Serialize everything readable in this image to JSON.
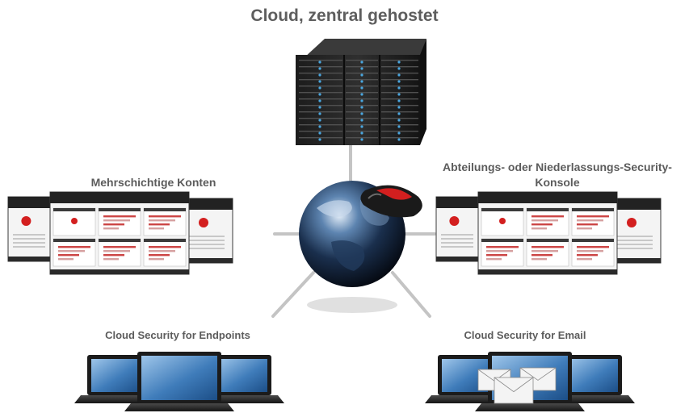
{
  "diagram": {
    "title": "Cloud, zentral gehostet",
    "nodes": {
      "multi_tier": "Mehrschichtige Konten",
      "department_console": "Abteilungs- oder Niederlassungs-Security-Konsole",
      "endpoints": "Cloud Security for Endpoints",
      "email": "Cloud Security for Email"
    },
    "icons": {
      "top": "server-rack-icon",
      "center": "globe-with-mouse-icon",
      "left": "dashboard-screens-icon",
      "right": "dashboard-screens-icon",
      "bottom_left": "laptops-icon",
      "bottom_right": "laptops-with-envelopes-icon"
    },
    "colors": {
      "label_text": "#5c5c5c",
      "connector": "#c4c4c4",
      "accent_red": "#d31f1f"
    }
  }
}
